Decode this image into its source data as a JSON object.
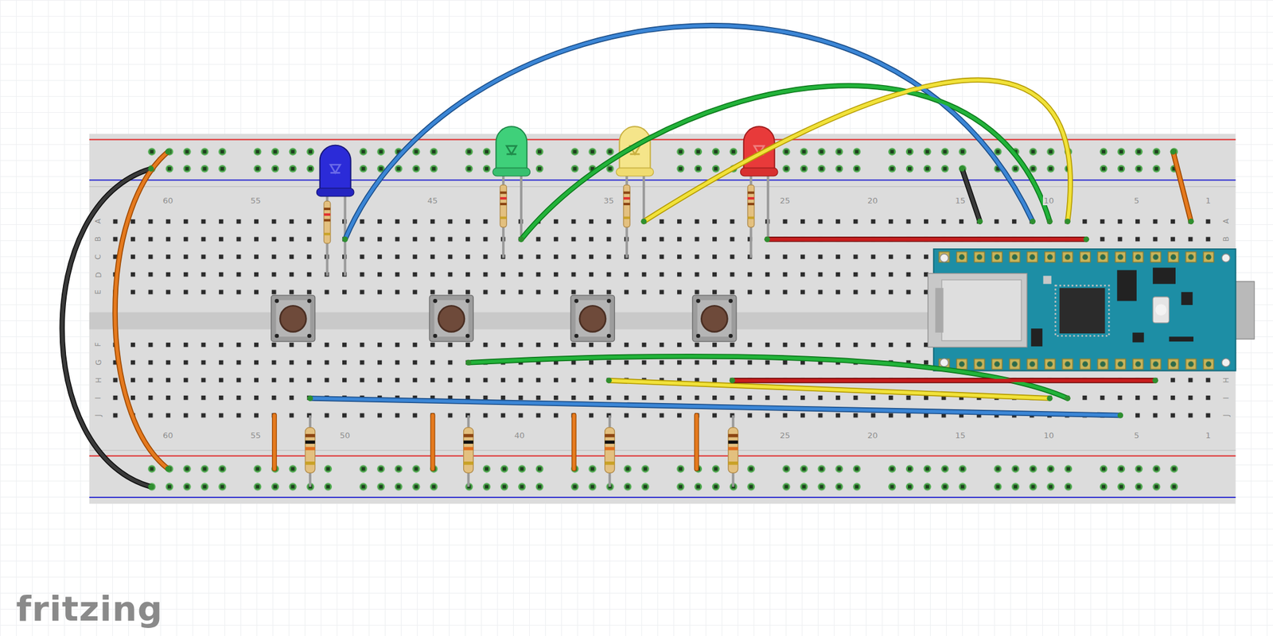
{
  "diagram": {
    "labels": [
      "60",
      "55",
      "45",
      "35",
      "25",
      "20",
      "15",
      "10",
      "5",
      "1",
      "A",
      "B",
      "C",
      "D",
      "E",
      "F",
      "G",
      "H",
      "I",
      "J",
      "A",
      "B",
      "H",
      "I",
      "J",
      "60",
      "55",
      "50",
      "40",
      "25",
      "20",
      "15",
      "10",
      "5",
      "1",
      "fritzing"
    ]
  }
}
